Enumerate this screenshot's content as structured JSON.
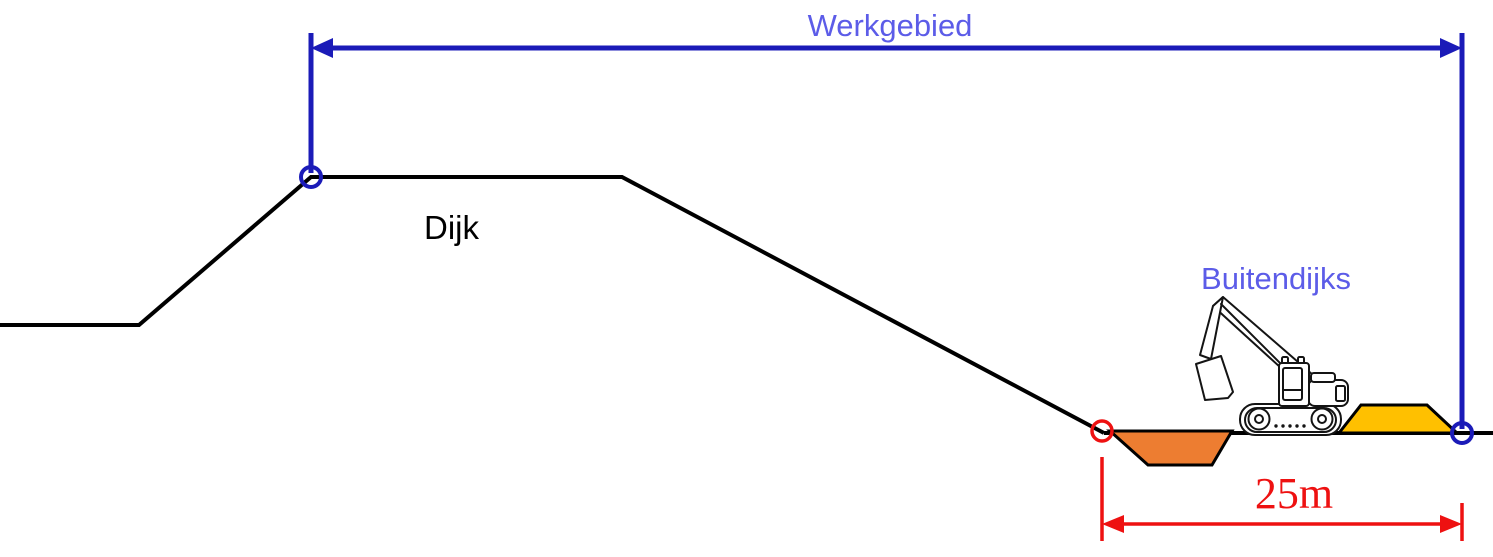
{
  "diagram": {
    "labels": {
      "work_area": "Werkgebied",
      "dike": "Dijk",
      "outside_dike": "Buitendijks",
      "distance": "25m"
    },
    "colors": {
      "dimension_blue": "#1B1BB8",
      "label_blue": "#5C5CE8",
      "dimension_red": "#EE1111",
      "pit_orange": "#ED7D31",
      "mound_yellow": "#FFC000",
      "profile_black": "#000000"
    }
  }
}
